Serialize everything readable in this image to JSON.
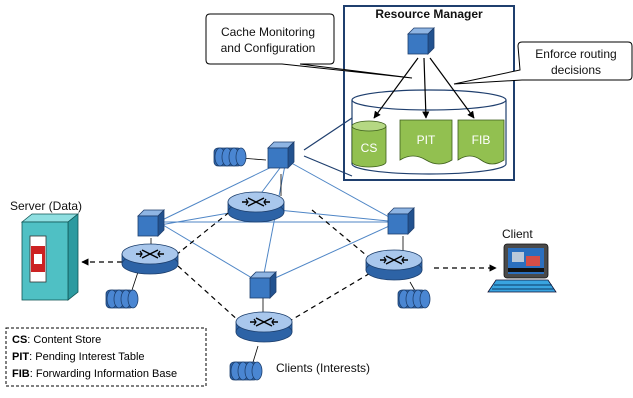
{
  "resource_manager": {
    "title": "Resource Manager",
    "cache_components": [
      "CS",
      "PIT",
      "FIB"
    ]
  },
  "callouts": {
    "cache_monitoring": [
      "Cache Monitoring",
      "and Configuration"
    ],
    "enforce_routing": [
      "Enforce routing",
      "decisions"
    ]
  },
  "labels": {
    "server": "Server (Data)",
    "client": "Client",
    "clients_interests": "Clients (Interests)"
  },
  "legend": [
    {
      "abbr": "CS",
      "text": ": Content Store"
    },
    {
      "abbr": "PIT",
      "text": ": Pending Interest Table"
    },
    {
      "abbr": "FIB",
      "text": ": Forwarding Information Base"
    }
  ],
  "colors": {
    "cube": "#3a78c2",
    "router": "#3f7fc9",
    "mesh_line": "#4f86c6",
    "cache_green": "#92c050",
    "server_teal": "#4fc0c4"
  },
  "icons": [
    "cube-icon",
    "router-icon",
    "queue-icon",
    "server-icon",
    "computer-icon"
  ]
}
